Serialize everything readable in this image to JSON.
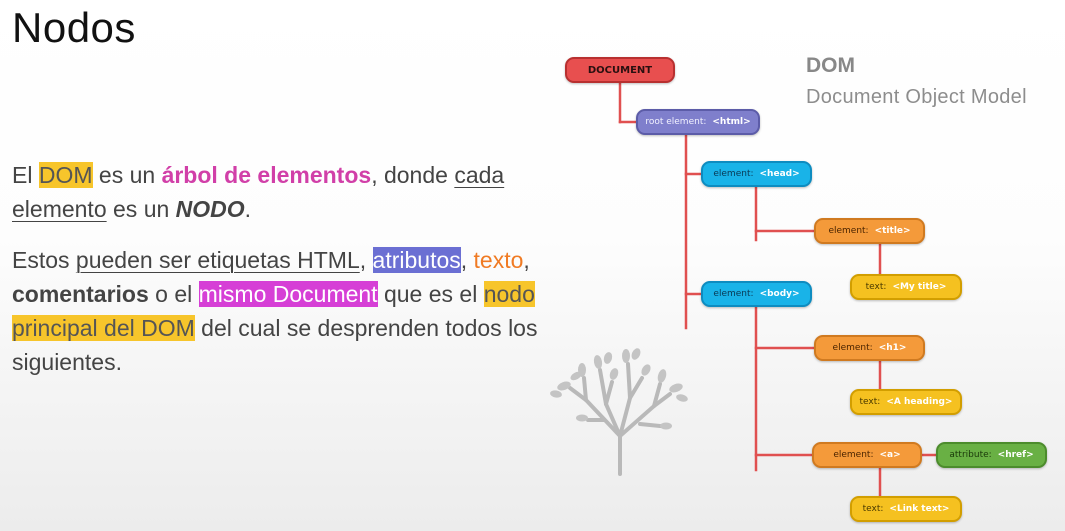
{
  "slide": {
    "title": "Nodos"
  },
  "paragraph1": {
    "t1": "El ",
    "dom": "DOM",
    "t2": " es un ",
    "arbol": "árbol de elementos",
    "t3": ", donde ",
    "cada_elemento": "cada elemento",
    "t4": " es un ",
    "nodo": "NODO",
    "t5": "."
  },
  "paragraph2": {
    "t1": "Estos ",
    "pueden": "pueden ser etiquetas HTML",
    "t2": ", ",
    "atributos": "atributos",
    "t3": ", ",
    "texto": "texto",
    "t4": ", ",
    "comentarios": "comentarios",
    "t5": " o el ",
    "mismo": "mismo Document",
    "t6": " que es el ",
    "nodo_principal": "nodo principal del DOM",
    "t7": " del cual se desprenden todos los siguientes."
  },
  "dom_label": {
    "title": "DOM",
    "subtitle": "Document Object Model"
  },
  "tree": {
    "document": "DOCUMENT",
    "root": {
      "key": "root element:",
      "value": "<html>"
    },
    "head": {
      "key": "element:",
      "value": "<head>"
    },
    "title_el": {
      "key": "element:",
      "value": "<title>"
    },
    "title_text": {
      "key": "text:",
      "value": "<My title>"
    },
    "body": {
      "key": "element:",
      "value": "<body>"
    },
    "h1": {
      "key": "element:",
      "value": "<h1>"
    },
    "h1_text": {
      "key": "text:",
      "value": "<A heading>"
    },
    "a": {
      "key": "element:",
      "value": "<a>"
    },
    "attribute": {
      "key": "attribute:",
      "value": "<href>"
    },
    "a_text": {
      "key": "text:",
      "value": "<Link text>"
    }
  },
  "colors": {
    "connector": "#e05050",
    "highlight_yellow": "#f7c52b",
    "highlight_purple": "#6b6fd3",
    "highlight_magenta": "#d63fd6",
    "emphasis_pink": "#d13fa8",
    "emphasis_orange": "#f07b24"
  },
  "icons": {
    "decoration": "tree-logo-icon"
  }
}
